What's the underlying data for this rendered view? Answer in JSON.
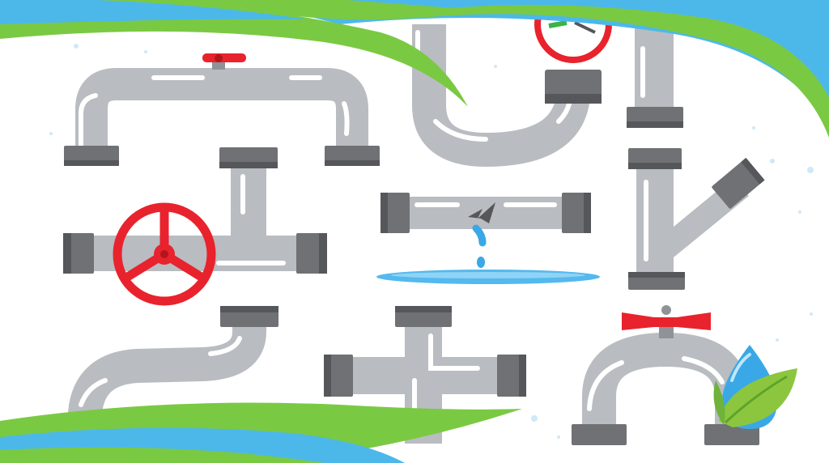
{
  "scene": {
    "subject": "plumbing-pipe-fittings-illustration",
    "colors": {
      "background": "#ffffff",
      "pipe": "#b9bcc0",
      "pipe_highlight": "#ffffff",
      "pipe_shadow": "#8f9296",
      "fitting": "#6f7174",
      "fitting_dark": "#55575a",
      "valve_red": "#e8232d",
      "water_blue": "#3aa8e6",
      "puddle_blue": "#53b9ee",
      "wave_green": "#7ac943",
      "wave_blue": "#4cb8ea",
      "leaf_green": "#8cc63f"
    },
    "pieces": [
      {
        "name": "u-bend-with-valve",
        "icon": "u-pipe-icon"
      },
      {
        "name": "u-trap-with-gauge",
        "icon": "trap-pipe-icon"
      },
      {
        "name": "straight-vertical",
        "icon": "straight-pipe-icon"
      },
      {
        "name": "tee-with-wheel-valve",
        "icon": "wheel-valve-icon"
      },
      {
        "name": "leaking-straight-pipe",
        "icon": "leak-pipe-icon"
      },
      {
        "name": "wye-branch",
        "icon": "wye-pipe-icon"
      },
      {
        "name": "s-bend",
        "icon": "s-pipe-icon"
      },
      {
        "name": "cross-fitting",
        "icon": "cross-pipe-icon"
      },
      {
        "name": "arch-with-butterfly-valve",
        "icon": "butterfly-valve-icon"
      }
    ],
    "logo": {
      "name": "water-drop-leaf-logo",
      "icon": "water-leaf-icon"
    }
  }
}
